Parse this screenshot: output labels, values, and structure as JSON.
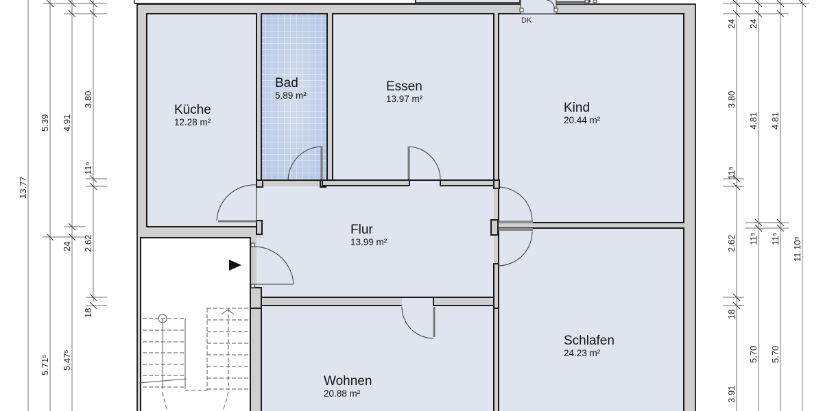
{
  "plan": {
    "type": "floor-plan",
    "colors": {
      "room_fill": "#dfe4ee",
      "wall_fill": "#cfcfcf",
      "wall_outline": "#1a1a1a",
      "tile_fill": "#b8c8e8",
      "stair_fill": "#ffffff",
      "dimension_line": "#888888"
    },
    "rooms": [
      {
        "name": "Küche",
        "area": "12.28 m²"
      },
      {
        "name": "Bad",
        "area": "5.89 m²"
      },
      {
        "name": "Essen",
        "area": "13.97 m²"
      },
      {
        "name": "Kind",
        "area": "20.44 m²"
      },
      {
        "name": "Flur",
        "area": "13.99 m²"
      },
      {
        "name": "Schlafen",
        "area": "24.23 m²"
      },
      {
        "name": "Wohnen",
        "area": "20.88 m²"
      }
    ],
    "window_label": "DK",
    "entry_arrow_icon": "triangle-right"
  },
  "dimensions_left": {
    "col1": [
      "13.77"
    ],
    "col2": [
      "5.39",
      "5.71⁵"
    ],
    "col3": [
      "4.91",
      "24",
      "5.47⁵"
    ],
    "col4": [
      "3.80",
      "11⁵",
      "2.62",
      "18"
    ]
  },
  "dimensions_right": {
    "col1": [
      "24",
      "3.80",
      "11⁵",
      "2.62",
      "18",
      "3.91"
    ],
    "col2": [
      "24",
      "4.81",
      "11⁵",
      "5.70"
    ],
    "col3": [
      "4.81",
      "11⁵",
      "5.70"
    ],
    "col4": [
      "11.10⁵"
    ]
  }
}
